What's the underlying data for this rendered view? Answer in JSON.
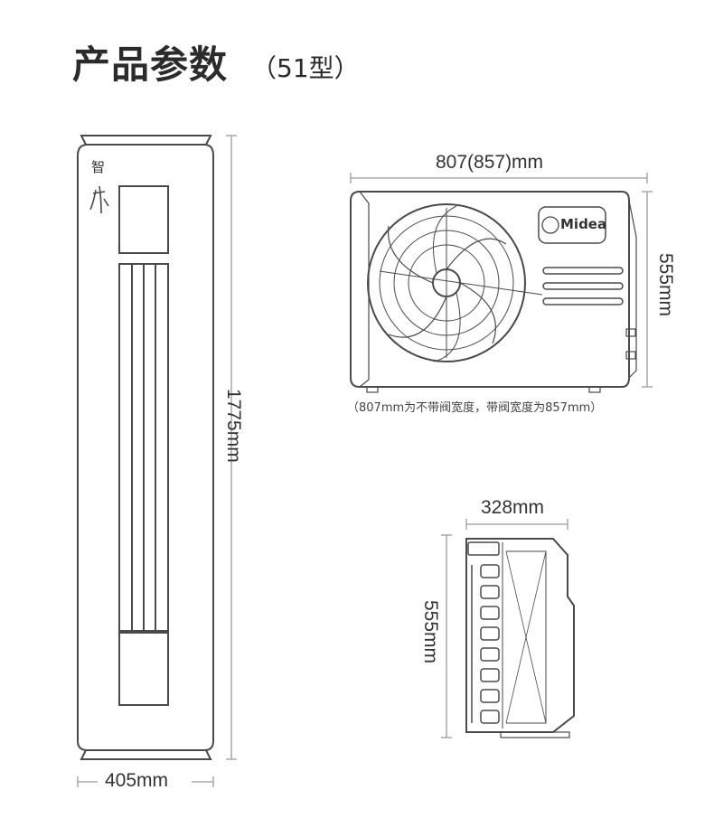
{
  "title": {
    "main": "产品参数",
    "sub": "（51型）"
  },
  "indoor_unit": {
    "logo_text": "智行",
    "height_label": "1775mm",
    "width_label": "405mm"
  },
  "outdoor_front": {
    "width_label": "807(857)mm",
    "height_label": "555mm",
    "brand_logo": "Midea",
    "note": "（807mm为不带阀宽度，带阀宽度为857mm）"
  },
  "outdoor_side": {
    "depth_label": "328mm",
    "height_label": "555mm"
  },
  "colors": {
    "line": "#4a4a4a",
    "dim_line": "#9a9a9a",
    "text": "#2b2b2b"
  }
}
